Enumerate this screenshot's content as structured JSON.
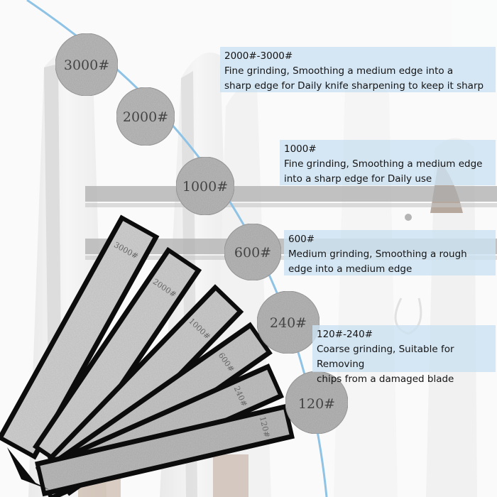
{
  "colors": {
    "arc": "#8ec3e6",
    "callout_bg": "#cde2f2",
    "stone_circle": "#bcbcbc",
    "stone_surface": "#d4d4d4",
    "stone_frame": "#0c0c0c"
  },
  "circles": [
    {
      "label": "3000#"
    },
    {
      "label": "2000#"
    },
    {
      "label": "1000#"
    },
    {
      "label": "600#"
    },
    {
      "label": "240#"
    },
    {
      "label": "120#"
    }
  ],
  "stones": [
    {
      "label": "3000#"
    },
    {
      "label": "2000#"
    },
    {
      "label": "1000#"
    },
    {
      "label": "600#"
    },
    {
      "label": "240#"
    },
    {
      "label": "120#"
    }
  ],
  "callouts": [
    {
      "grade": "2000#-3000#",
      "description": "Fine grinding, Smoothing a medium edge into a\nsharp edge for Daily knife sharpening to keep it sharp"
    },
    {
      "grade": "1000#",
      "description": "Fine grinding, Smoothing a medium edge\ninto a sharp edge for Daily use"
    },
    {
      "grade": "600#",
      "description": "Medium grinding, Smoothing a rough\nedge into a medium edge"
    },
    {
      "grade": "120#-240#",
      "description": "Coarse grinding, Suitable for Removing\n chips from a damaged blade"
    }
  ]
}
